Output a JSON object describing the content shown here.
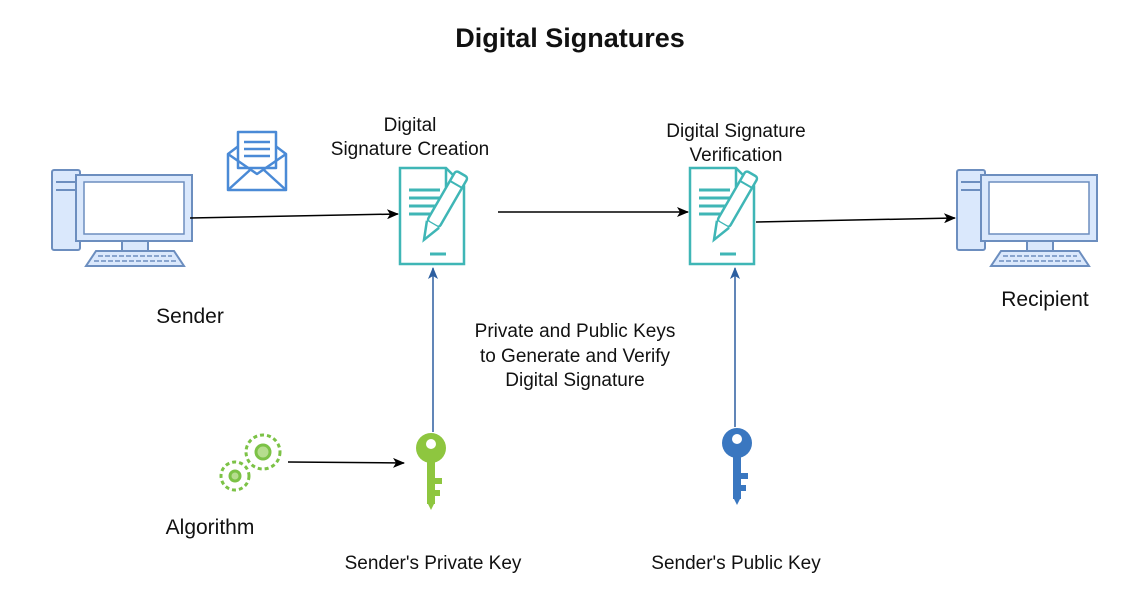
{
  "title": "Digital Signatures",
  "nodes": {
    "sender": "Sender",
    "recipient": "Recipient",
    "creation": [
      "Digital",
      "Signature Creation"
    ],
    "verification": [
      "Digital Signature",
      "Verification"
    ],
    "algorithm": "Algorithm",
    "private_key": "Sender's Private Key",
    "public_key": "Sender's Public Key"
  },
  "note": [
    "Private and Public Keys",
    "to Generate and Verify",
    "Digital Signature"
  ],
  "colors": {
    "computer_stroke": "#6c8ebf",
    "computer_fill": "#dae8fc",
    "document": "#3fb6b6",
    "email": "#4a8ad6",
    "gear": "#7cc246",
    "private_key": "#8ec63f",
    "public_key": "#3a77c0",
    "arrow_black": "#000000",
    "arrow_blue": "#2d5fa0"
  },
  "icons": [
    "computer-icon",
    "email-envelope-icon",
    "document-pen-icon",
    "gears-icon",
    "key-icon"
  ]
}
